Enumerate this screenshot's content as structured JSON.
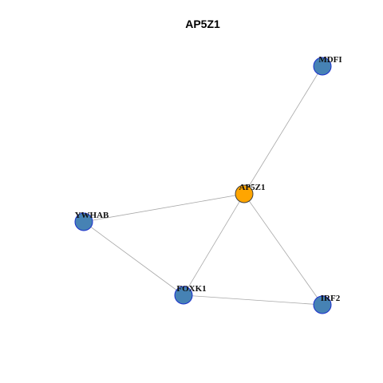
{
  "title": "AP5Z1",
  "colors": {
    "center_node": "#ffa500",
    "neighbor_node": "#4682b4",
    "center_stroke": "#404040",
    "neighbor_stroke": "#1a2fcc",
    "edge": "#a8a8a8"
  },
  "nodes": [
    {
      "id": "MDFI",
      "label": "MDFI",
      "role": "neighbor"
    },
    {
      "id": "AP5Z1",
      "label": "AP5Z1",
      "role": "center"
    },
    {
      "id": "YWHAB",
      "label": "YWHAB",
      "role": "neighbor"
    },
    {
      "id": "FOXK1",
      "label": "FOXK1",
      "role": "neighbor"
    },
    {
      "id": "IRF2",
      "label": "IRF2",
      "role": "neighbor"
    }
  ],
  "edges": [
    {
      "source": "AP5Z1",
      "target": "MDFI"
    },
    {
      "source": "AP5Z1",
      "target": "YWHAB"
    },
    {
      "source": "AP5Z1",
      "target": "FOXK1"
    },
    {
      "source": "AP5Z1",
      "target": "IRF2"
    },
    {
      "source": "YWHAB",
      "target": "FOXK1"
    },
    {
      "source": "FOXK1",
      "target": "IRF2"
    }
  ]
}
